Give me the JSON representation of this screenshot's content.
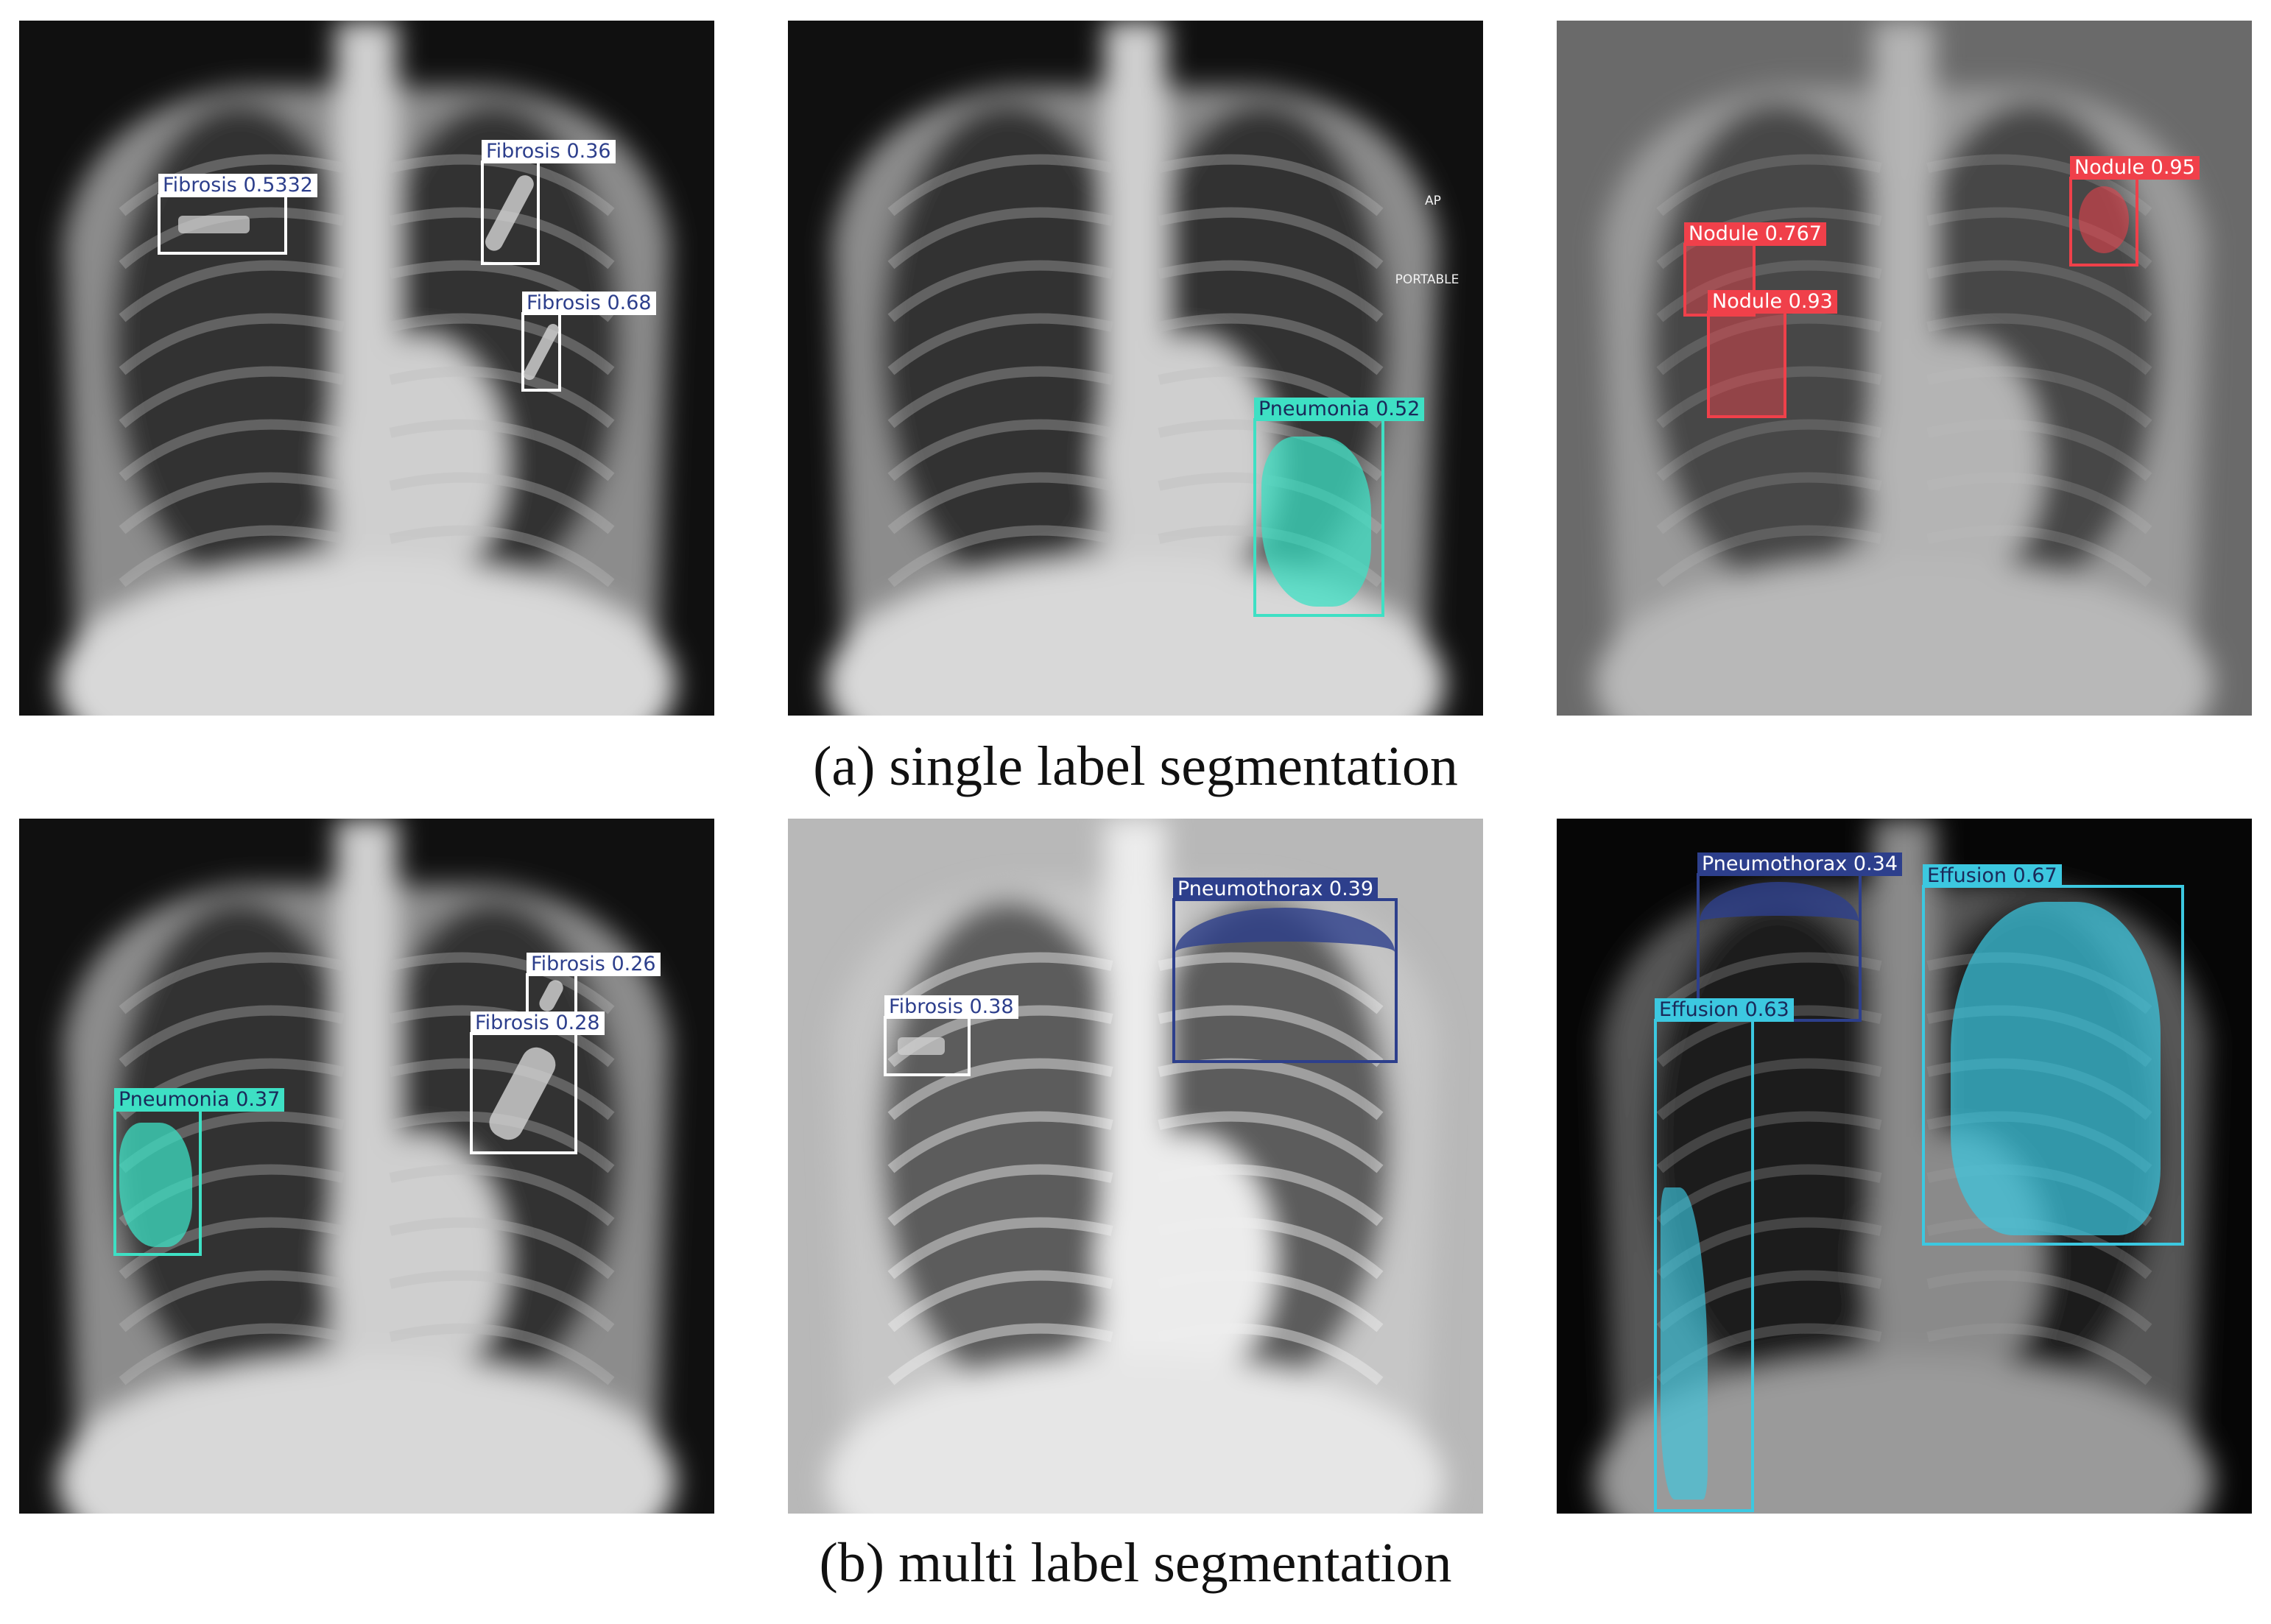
{
  "colors": {
    "Fibrosis": "#ffffff",
    "Pneumonia": "#3ee0c4",
    "Nodule": "#f0404a",
    "Pneumothorax": "#2d3f8c",
    "Effusion": "#3cc8e0"
  },
  "captions": {
    "a": "(a) single label segmentation",
    "b": "(b) multi label segmentation"
  },
  "panels": [
    {
      "id": "a1",
      "theme": "light",
      "detections": [
        {
          "label": "Fibrosis 0.53",
          "overlap": "32",
          "class": "Fibrosis",
          "mask": "bar"
        },
        {
          "label": "Fibrosis 0.36",
          "class": "Fibrosis",
          "mask": "diag"
        },
        {
          "label": "Fibrosis 0.68",
          "class": "Fibrosis",
          "mask": "diag"
        }
      ]
    },
    {
      "id": "a2",
      "theme": "light",
      "markers": [
        "AP",
        "PORTABLE"
      ],
      "detections": [
        {
          "label": "Pneumonia 0.52",
          "class": "Pneumonia",
          "mask": "blob"
        }
      ]
    },
    {
      "id": "a3",
      "theme": "gray",
      "detections": [
        {
          "label": "Nodule 0.76",
          "overlap": "7",
          "class": "Nodule",
          "mask": "fill"
        },
        {
          "label": "Nodule 0.93",
          "class": "Nodule",
          "mask": "fill"
        },
        {
          "label": "Nodule 0.95",
          "class": "Nodule",
          "mask": "round"
        }
      ]
    },
    {
      "id": "b1",
      "theme": "light",
      "detections": [
        {
          "label": "Fibrosis 0.26",
          "class": "Fibrosis",
          "mask": "diag"
        },
        {
          "label": "Fibrosis 0.28",
          "class": "Fibrosis",
          "mask": "diag"
        },
        {
          "label": "Pneumonia 0.37",
          "class": "Pneumonia",
          "mask": "blob"
        }
      ]
    },
    {
      "id": "b2",
      "theme": "bright",
      "detections": [
        {
          "label": "Pneumothorax 0.39",
          "class": "Pneumothorax",
          "mask": "arc"
        },
        {
          "label": "Fibrosis 0.38",
          "class": "Fibrosis",
          "mask": "bar"
        }
      ]
    },
    {
      "id": "b3",
      "theme": "dark",
      "detections": [
        {
          "label": "Pneumothorax 0.34",
          "class": "Pneumothorax",
          "mask": "arc"
        },
        {
          "label": "Effusion 0.67",
          "class": "Effusion",
          "mask": "lung"
        },
        {
          "label": "Effusion 0.63",
          "class": "Effusion",
          "mask": "strip"
        }
      ]
    }
  ]
}
